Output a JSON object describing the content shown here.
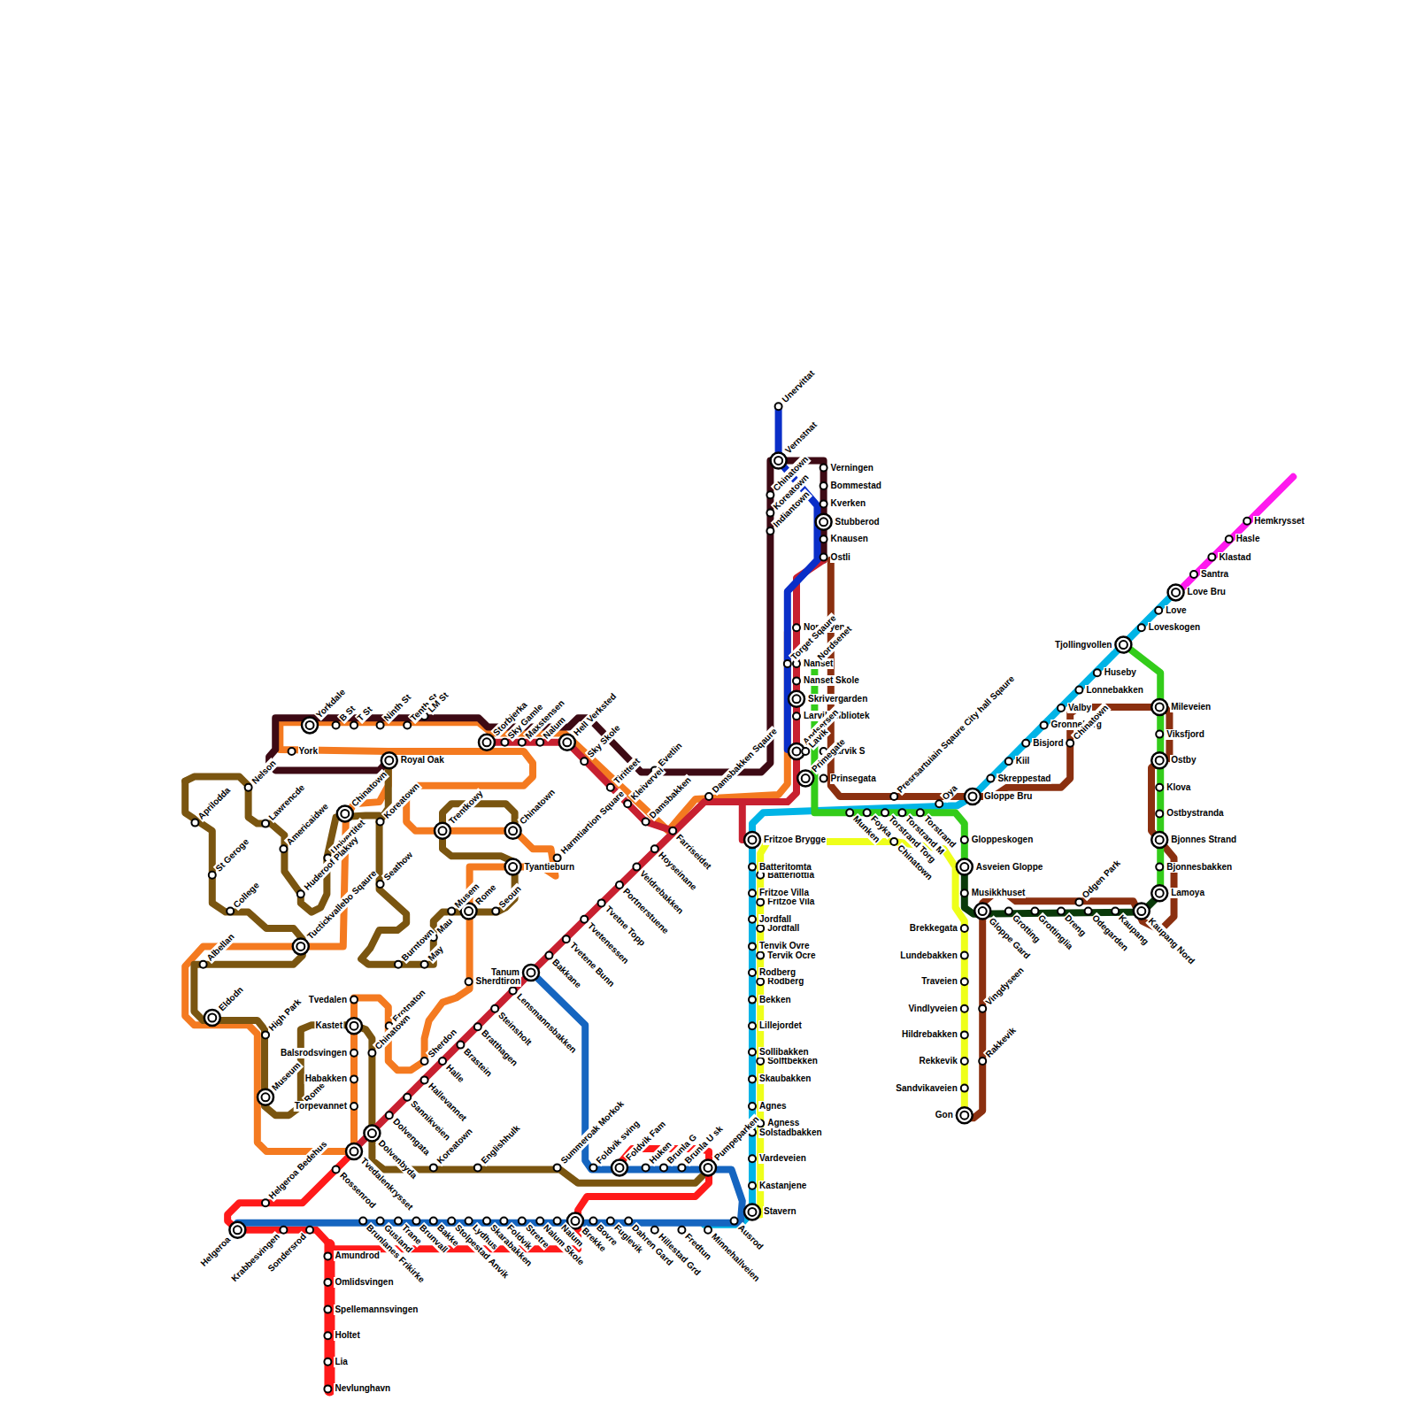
{
  "diagram": {
    "labels": [
      "Unervittat",
      "Vernstnat",
      "Chinatown",
      "Koreatown",
      "Indiantown",
      "Verningen",
      "Bommestad",
      "Kverken",
      "Stubberod",
      "Knausen",
      "Ostli",
      "Nordbyen",
      "Nanset",
      "Nanset Skole",
      "Skrivergarden",
      "Larvik Bibliotek",
      "Larvik S",
      "Prinsegata",
      "Nordsenet",
      "Torget Sqaure",
      "Andsersen",
      "Lavik",
      "Primegate",
      "Damsbakken Sqaure",
      "Evetlin",
      "Kleivervei",
      "Tiritteet",
      "Sky Skole",
      "Hell Verksted",
      "Harmtiartion Square",
      "Damsbakken",
      "Farriseidet",
      "Hoyseinane",
      "Veldrebakken",
      "Portnerstuene",
      "Tvetne Topp",
      "Tvetenessen",
      "Tvetene Bunn",
      "Bakkane",
      "Tanum",
      "Lensmannsbakken",
      "Steinsholt",
      "Bratthagen",
      "Brastein",
      "Halle",
      "Hallevannet",
      "Sannikveien",
      "Dolvengata",
      "Dolvenbyda",
      "Tvedalenkrysset",
      "Rossenrod",
      "Helgeroa Bedehus",
      "Helgeroa",
      "Krabbesvingen",
      "Sondersrod",
      "Brunlanes Frikirke",
      "Gusland",
      "Trane",
      "Brunvall",
      "Bakke",
      "Stolpestad Anvik",
      "Lydhus",
      "Skarabakken",
      "Foldvik",
      "Stretre",
      "Nalum Skole",
      "Nalum",
      "Brekke",
      "Bovre",
      "Fuglevik",
      "Dahren Gard",
      "Hillestad Grd",
      "Fredtun",
      "Minnehallveien",
      "Ausrod",
      "Amundrod",
      "Omlidsvingen",
      "Spellemannsvingen",
      "Holtet",
      "Lia",
      "Nevlunghavn",
      "Summeroak Morkok",
      "Englishhulk",
      "Koreatown",
      "Foldvik sving",
      "Foldvik Fam",
      "Huken",
      "Brunla G",
      "Brunla U sk",
      "Pumpeparken",
      "Stavern",
      "Kastanjene",
      "Vardeveien",
      "Solstadbakken",
      "Agness",
      "Agnes",
      "Skaubakken",
      "Solftbekken",
      "Sollibakken",
      "Lillejordet",
      "Bekken",
      "Rodberg",
      "Rodberg",
      "Tervik Ocre",
      "Tenvik Ovre",
      "Jordfall",
      "Jordfall",
      "Fritzoe Vila",
      "Fritzoe Villa",
      "Batteriottia",
      "Batteritomta",
      "Fritzoe Brygge",
      "Munken",
      "Foyka",
      "Torstrand Torg",
      "Chinatown",
      "Torstrand M",
      "Torstrand",
      "Oya",
      "Presrsartuiain Sqaure City hall Sqaure",
      "Gloppe Bru",
      "Skreppestad",
      "Kiil",
      "Bisjord",
      "Gronneberg",
      "Valby",
      "Chinatown",
      "Lonnebakken",
      "Huseby",
      "Tjollingvollen",
      "Loveskogen",
      "Love",
      "Love Bru",
      "Santra",
      "Klastad",
      "Hasle",
      "Hemkrysset",
      "Mileveien",
      "Viksfjord",
      "Ostby",
      "Klova",
      "Ostbystranda",
      "Bjonnes Strand",
      "Bjonnesbakken",
      "Lamoya",
      "Kaupang Nord",
      "Kaupang",
      "Odegarden",
      "Odgen Park",
      "Dreng",
      "Grottinglia",
      "Grotting",
      "Gloppe Gard",
      "Vingdyseen",
      "Rakkevik",
      "Gloppeskogen",
      "Asveien Gloppe",
      "Musikkhuset",
      "Brekkegata",
      "Lundebakken",
      "Traveien",
      "Vindlyveien",
      "Hildrebakken",
      "Rekkevik",
      "Sandvikaveien",
      "Gon",
      "Yorkdale",
      "B St",
      "T St",
      "Ninth St",
      "Tenth St",
      "LM St",
      "York",
      "Royal Oak",
      "Nelson",
      "Storbjerka",
      "Sky Gamle",
      "Maxstensen",
      "Nalum",
      "Chinatown",
      "Koreatown",
      "Lawrencde",
      "Americaidwe",
      "Univertitet",
      "Huderoof Plakwy",
      "Seathow",
      "Aprilodda",
      "St Geroge",
      "College",
      "Tuctickvallebo Sqaure",
      "Albellan",
      "Eldodn",
      "High Park",
      "Museum",
      "Rome",
      "Trentkowy",
      "Chinatown",
      "Tyantieburn",
      "Musem",
      "Rome",
      "Seoun",
      "Mau",
      "May",
      "Burntown",
      "Sherdtiron",
      "Sherdon",
      "Erotnaton",
      "Chinatown",
      "Tvedalen",
      "Kastet",
      "Balsrodsvingen",
      "Habakken",
      "Torpevannet"
    ]
  }
}
